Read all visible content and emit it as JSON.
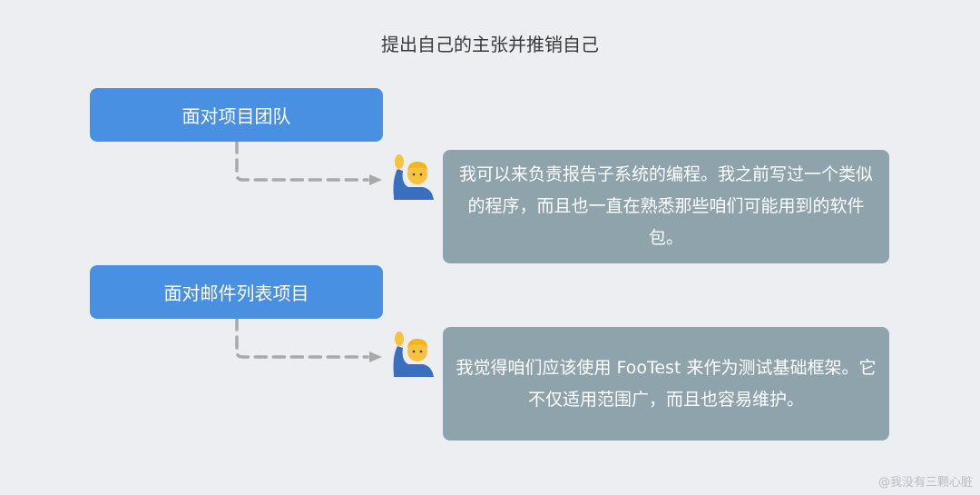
{
  "title": "提出自己的主张并推销自己",
  "sections": [
    {
      "audience": "面对项目团队",
      "statement": "我可以来负责报告子系统的编程。我之前写过一个类似的程序，而且也一直在熟悉那些咱们可能用到的软件包。"
    },
    {
      "audience": "面对邮件列表项目",
      "statement": "我觉得咱们应该使用 FooTest 来作为测试基础框架。它不仅适用范围广，而且也容易维护。"
    }
  ],
  "watermark": "@我没有三颗心脏",
  "colors": {
    "background": "#edeef2",
    "audience_box": "#4a90e2",
    "statement_box": "#8fa3ad",
    "connector": "#a9a9a9"
  }
}
